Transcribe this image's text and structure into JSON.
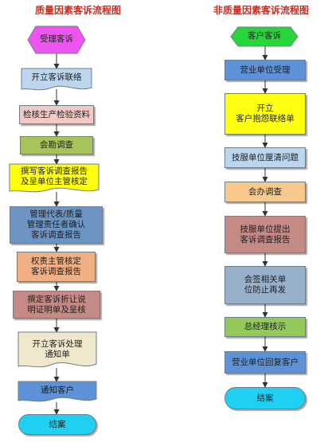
{
  "left": {
    "title": "质量因素客诉流程图",
    "nodes": {
      "start": "受理客诉",
      "n1": "开立客诉联络",
      "n2": "检核生产检验资料",
      "n3": "会勘调查",
      "n4": "撰写客诉调查报告\n及呈单位主管核定",
      "n5": "管理代表/质量\n管理责任者确认\n客诉调查报告",
      "n6": "权责主管核定\n客诉调查报告",
      "n7": "撰定客诉折让说\n明证明单及呈核",
      "n8": "开立客诉处理\n通知单",
      "n9": "通知客户",
      "end": "结案"
    }
  },
  "right": {
    "title": "非质量因素客诉流程图",
    "nodes": {
      "start": "客户客诉",
      "n1": "营业单位受理",
      "n2": "开立\n客户抱怨联络单",
      "n3": "技服单位厘清问题",
      "n4": "会办调查",
      "n5": "技服单位提出\n客诉调查报告",
      "n6": "会签相关单\n位防止再发",
      "n7": "总经理核示",
      "n8": "营业单位回复客户",
      "end": "结案"
    }
  },
  "colors": {
    "title": "#d42a1c",
    "magenta": "#ee55f0",
    "green_start": "#27d639",
    "light_blue": "#bcd6f0",
    "blue": "#5d93d6",
    "pink": "#f2c9c6",
    "olive_green": "#a7c35c",
    "yellow": "#ffff10",
    "steel_blue": "#6d95c4",
    "orange": "#f1b083",
    "mauve": "#c58a86",
    "beige": "#efe8cc",
    "cyan": "#1fd0f2",
    "peach": "#f7c98c",
    "gray_blue": "#97b0cb",
    "green": "#93c85a"
  }
}
